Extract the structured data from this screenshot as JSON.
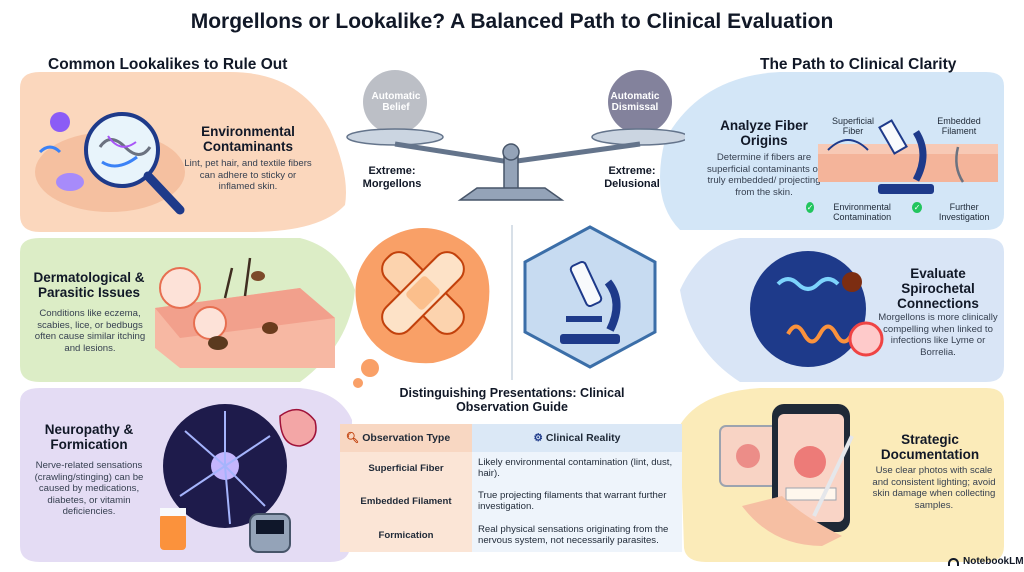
{
  "title": "Morgellons or Lookalike? A Balanced Path to Clinical Evaluation",
  "left": {
    "heading": "Common Lookalikes to Rule Out",
    "items": [
      {
        "title": "Environmental Contaminants",
        "desc": "Lint, pet hair, and textile fibers can adhere to sticky or inflamed skin."
      },
      {
        "title": "Dermatological & Parasitic Issues",
        "desc": "Conditions like eczema, scabies, lice, or bedbugs often cause similar itching and lesions."
      },
      {
        "title": "Neuropathy & Formication",
        "desc": "Nerve-related sensations (crawling/stinging) can be caused by medications, diabetes, or vitamin deficiencies."
      }
    ]
  },
  "scale": {
    "left_cloud": "Automatic Belief",
    "right_cloud": "Automatic Dismissal",
    "left_label": "Extreme: Morgellons",
    "right_label": "Extreme: Delusional"
  },
  "right": {
    "heading": "The Path to Clinical Clarity",
    "items": [
      {
        "title": "Analyze Fiber Origins",
        "desc": "Determine if fibers are superficial contaminants or truly embedded/ projecting from the skin.",
        "labels": {
          "superficial": "Superficial Fiber",
          "embedded": "Embedded Filament",
          "env": "Environmental Contamination",
          "further": "Further Investigation"
        }
      },
      {
        "title": "Evaluate Spirochetal Connections",
        "desc": "Morgellons is more clinically compelling when linked to infections like Lyme or Borrelia."
      },
      {
        "title": "Strategic Documentation",
        "desc": "Use clear photos with scale and consistent lighting; avoid skin damage when collecting samples."
      }
    ]
  },
  "guide": {
    "heading": "Distinguishing Presentations: Clinical Observation Guide",
    "col1": "Observation Type",
    "col2": "Clinical Reality",
    "rows": [
      {
        "type": "Superficial Fiber",
        "reality": "Likely environmental contamination (lint, dust, hair)."
      },
      {
        "type": "Embedded Filament",
        "reality": "True projecting filaments that warrant further investigation."
      },
      {
        "type": "Formication",
        "reality": "Real physical sensations originating from the nervous system, not necessarily parasites."
      }
    ]
  },
  "credit": "NotebookLM",
  "colors": {
    "orange": "#fbd2b5",
    "green": "#dcecc6",
    "purple": "#e4dcf3",
    "blue": "#d4e7f7",
    "yellow": "#fbeab8",
    "accent": "#4a86c6"
  }
}
